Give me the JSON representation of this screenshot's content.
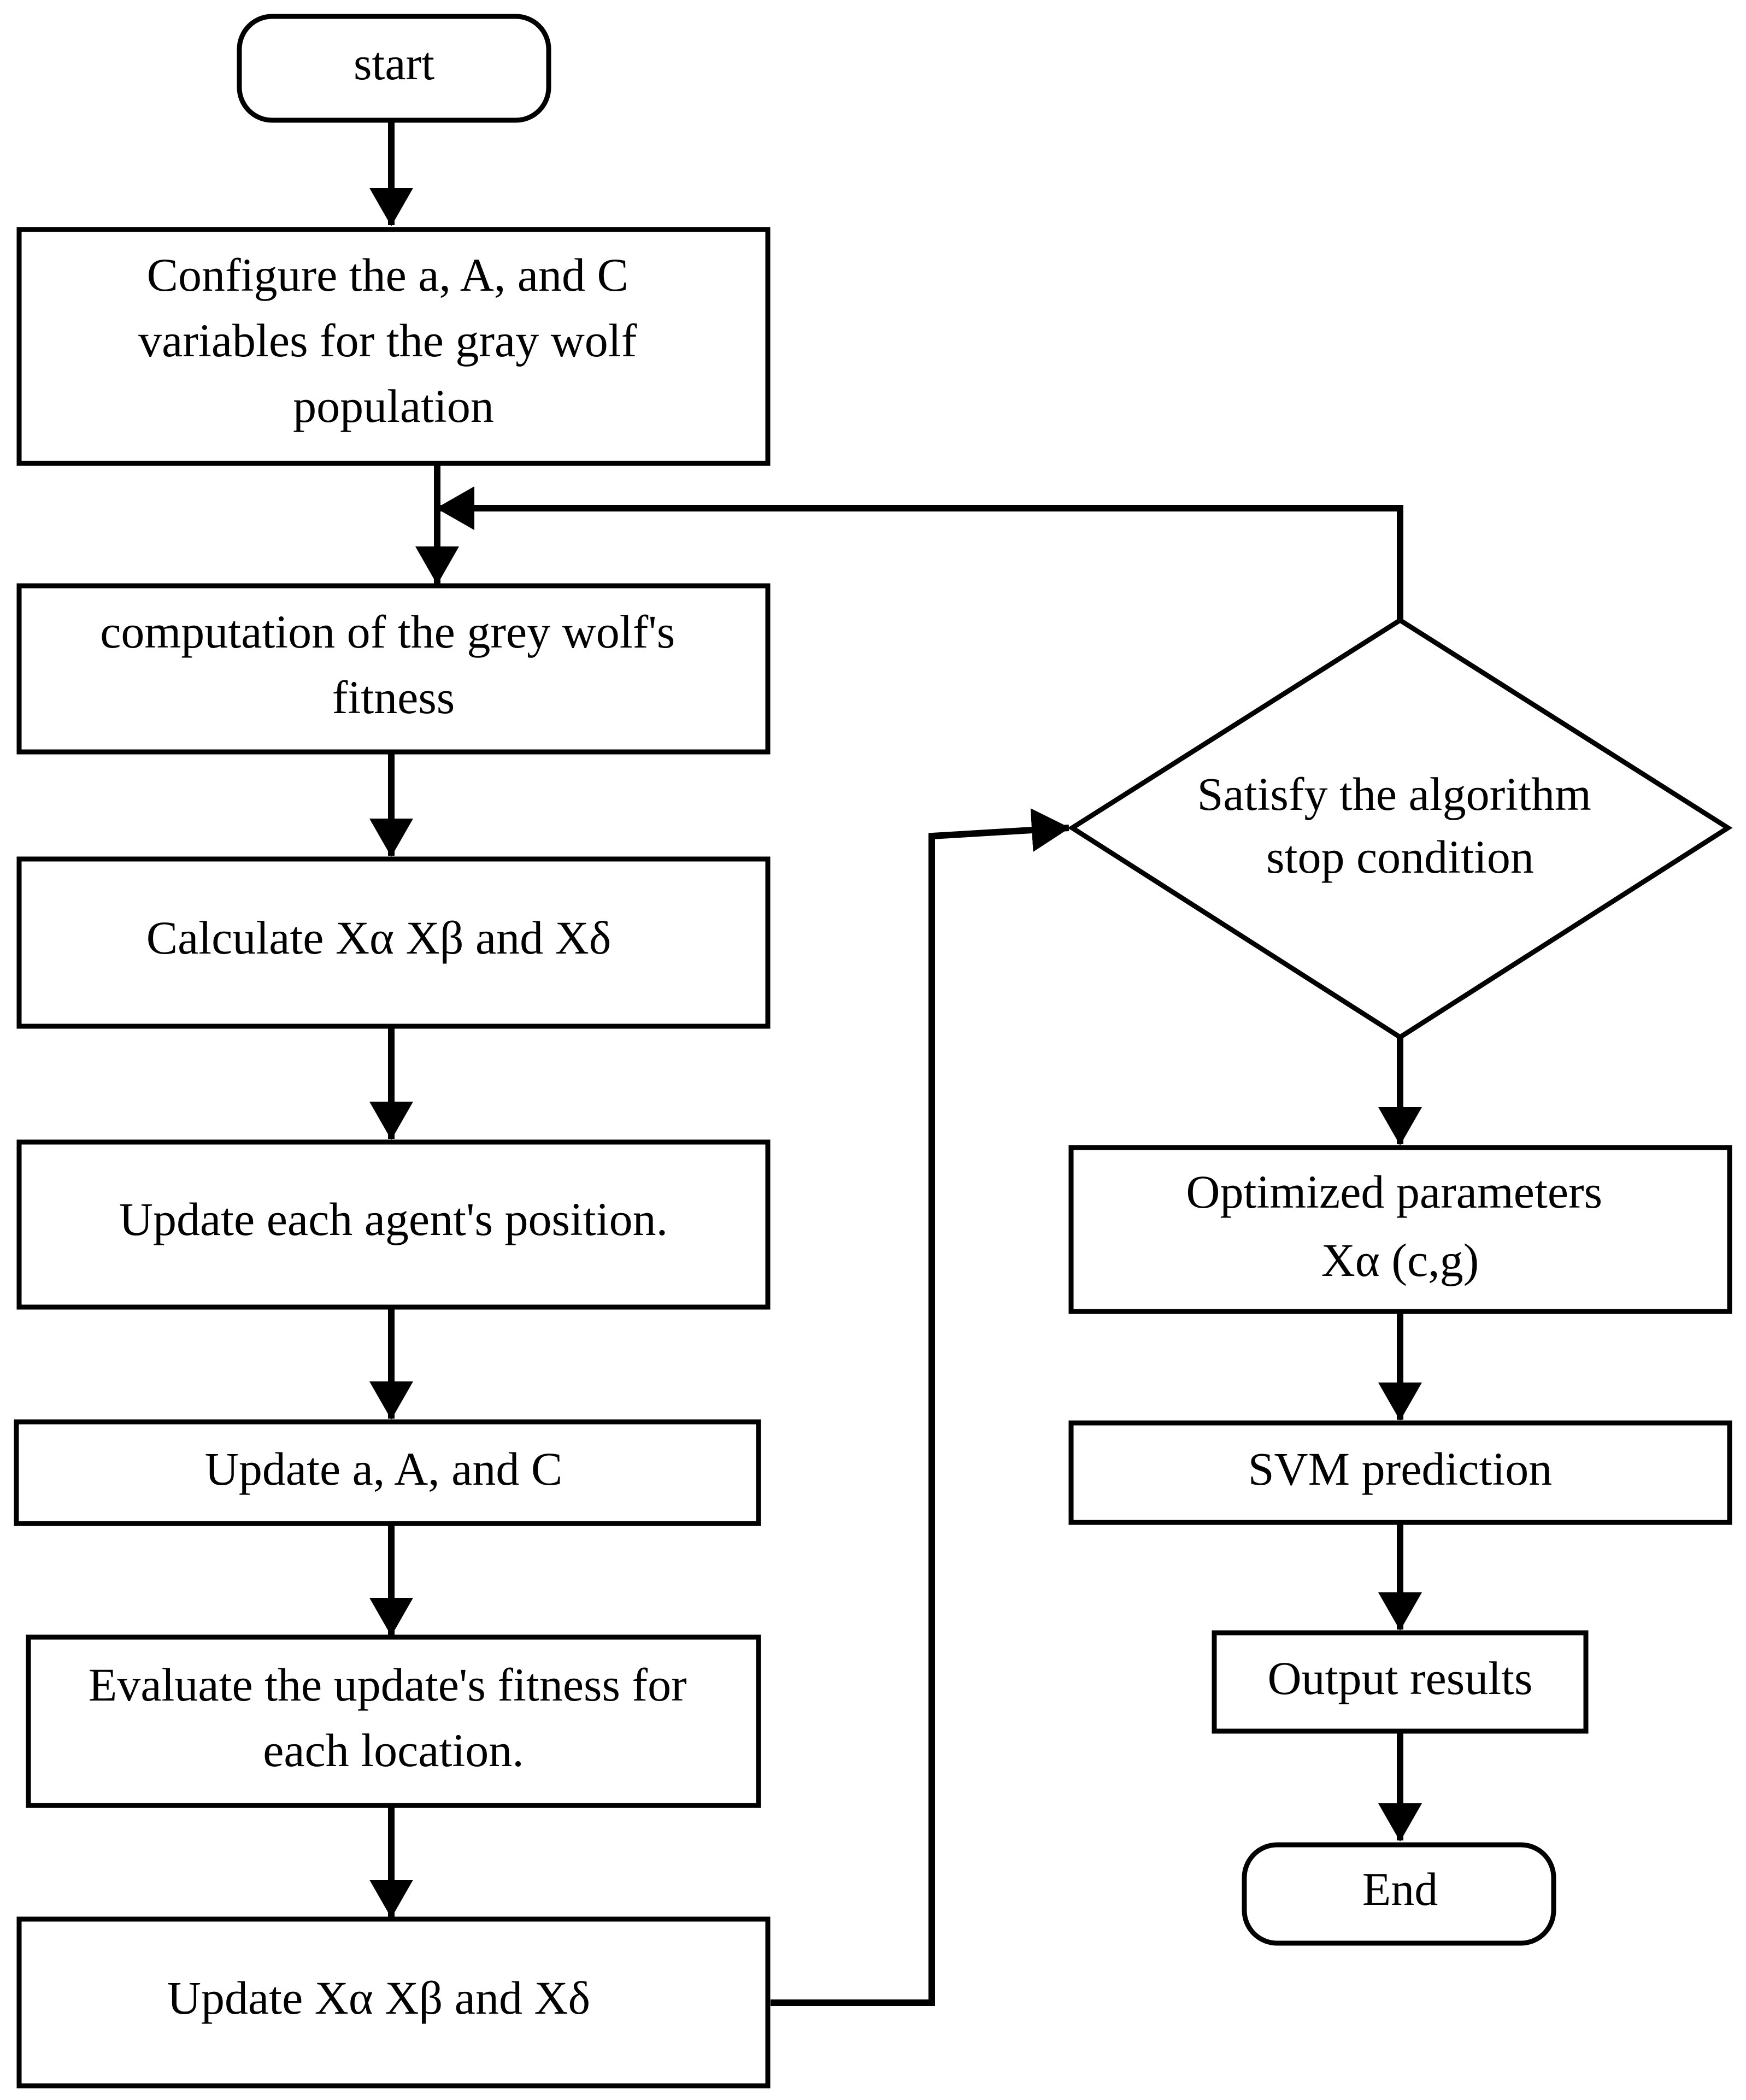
{
  "nodes": {
    "start": {
      "lines": [
        "start"
      ]
    },
    "configure": {
      "lines": [
        "Configure the a, A, and C",
        "variables for the gray wolf",
        "population"
      ]
    },
    "fitness": {
      "lines": [
        "computation of the grey wolf's",
        "fitness"
      ]
    },
    "calculate": {
      "lines": [
        "Calculate Xα Xβ and Xδ"
      ]
    },
    "update_position": {
      "lines": [
        "Update each agent's position."
      ]
    },
    "update_aAC": {
      "lines": [
        "Update a, A, and C"
      ]
    },
    "evaluate": {
      "lines": [
        "Evaluate the update's fitness for",
        "each location."
      ]
    },
    "update_x": {
      "lines": [
        "Update Xα Xβ and Xδ"
      ]
    },
    "decision": {
      "lines": [
        "Satisfy the algorithm",
        "stop condition"
      ]
    },
    "optimized": {
      "lines": [
        "Optimized parameters",
        "Xα (c,g)"
      ]
    },
    "svm": {
      "lines": [
        "SVM prediction"
      ]
    },
    "output": {
      "lines": [
        "Output results"
      ]
    },
    "end": {
      "lines": [
        "End"
      ]
    }
  },
  "style": {
    "stroke_color": "#000000",
    "fill_color": "#ffffff"
  }
}
